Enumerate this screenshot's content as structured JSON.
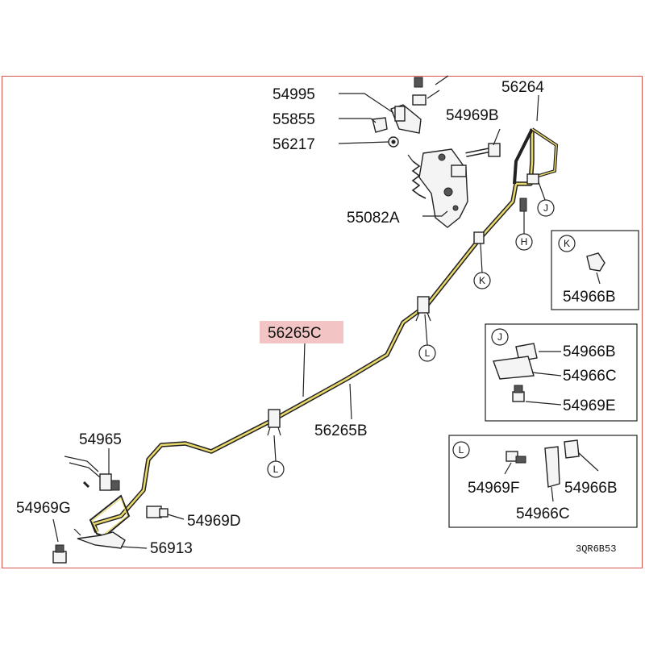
{
  "callouts": {
    "c54995": "54995",
    "c55855": "55855",
    "c56217": "56217",
    "c55082a": "55082A",
    "c54969b": "54969B",
    "c56264": "56264",
    "c56265c": "56265C",
    "c56265b": "56265B",
    "c54965": "54965",
    "c54969g": "54969G",
    "c54969d": "54969D",
    "c56913": "56913"
  },
  "markers": {
    "j": "J",
    "h": "H",
    "k": "K",
    "l1": "L",
    "l2": "L"
  },
  "details": {
    "k": {
      "tag": "K",
      "p1": "54966B"
    },
    "j": {
      "tag": "J",
      "p1": "54966B",
      "p2": "54966C",
      "p3": "54969E"
    },
    "l": {
      "tag": "L",
      "p1": "54969F",
      "p2": "54966B",
      "p3": "54966C"
    }
  },
  "diagram_code": "3QR6B53",
  "colors": {
    "frame": "#d9534f",
    "highlight": "#f2c4c4",
    "pipe": "#e9d96a"
  }
}
